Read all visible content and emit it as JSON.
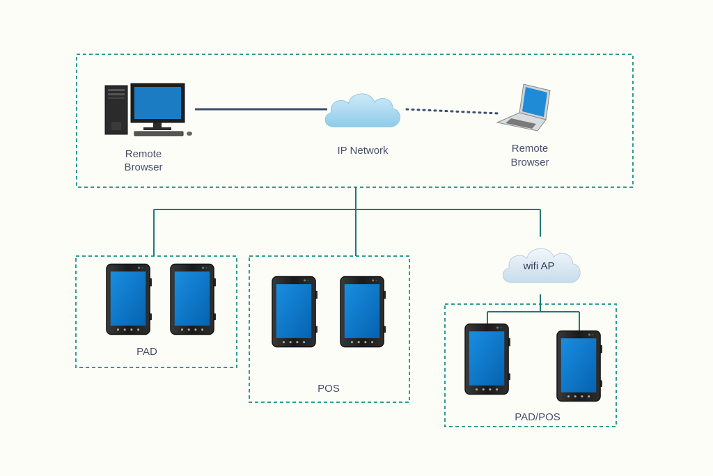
{
  "labels": {
    "remote_browser_desktop": [
      "Remote",
      "Browser"
    ],
    "ip_network": "IP Network",
    "remote_browser_laptop": [
      "Remote",
      "Browser"
    ],
    "wifi_ap": "wifi AP",
    "pad": "PAD",
    "pos": "POS",
    "pad_pos": "PAD/POS"
  },
  "colors": {
    "background": "#fdfdf7",
    "group_border": "#2e9c93",
    "connector": "#1f7a73",
    "desktop_link": "#3a4f6e",
    "cloud": "#a8d7ef",
    "wifi_cloud": "#d8e8f4",
    "screen": "#0b7bd1"
  },
  "icons": {
    "desktop": "desktop-computer-icon",
    "laptop": "laptop-icon",
    "cloud": "cloud-icon",
    "tablet": "tablet-icon"
  }
}
